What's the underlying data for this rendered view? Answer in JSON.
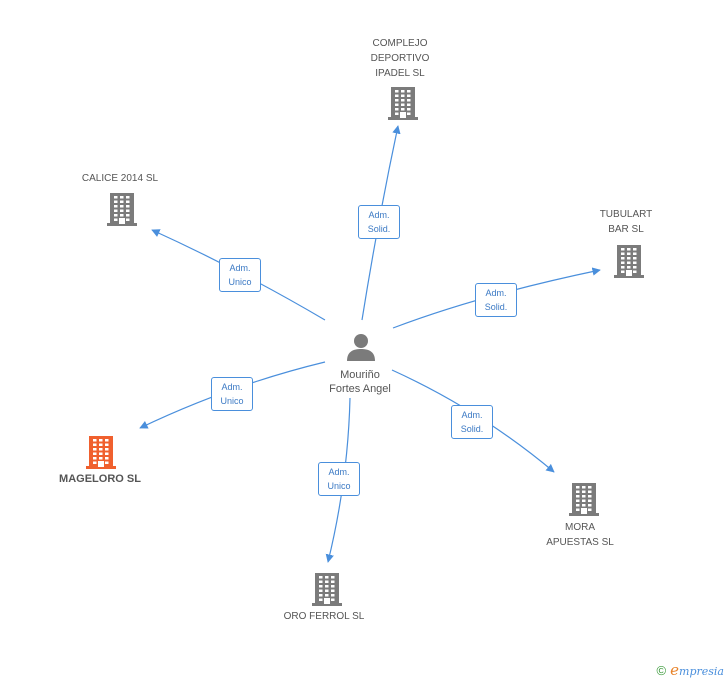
{
  "colors": {
    "edge": "#4a8fdc",
    "building": "#7b7b7b",
    "building_highlight": "#f0602e",
    "person": "#7b7b7b"
  },
  "center": {
    "name": "Mouriño\nFortes Angel",
    "icon": "person-icon"
  },
  "nodes": [
    {
      "id": "complejo",
      "name": "COMPLEJO\nDEPORTIVO\nIPADEL  SL",
      "role": "Adm.\nSolid.",
      "highlight": false
    },
    {
      "id": "calice",
      "name": "CALICE 2014  SL",
      "role": "Adm.\nUnico",
      "highlight": false
    },
    {
      "id": "tubulart",
      "name": "TUBULART\nBAR SL",
      "role": "Adm.\nSolid.",
      "highlight": false
    },
    {
      "id": "mageloro",
      "name": "MAGELORO SL",
      "role": "Adm.\nUnico",
      "highlight": true
    },
    {
      "id": "mora",
      "name": "MORA\nAPUESTAS SL",
      "role": "Adm.\nSolid.",
      "highlight": false
    },
    {
      "id": "oroferrol",
      "name": "ORO FERROL SL",
      "role": "Adm.\nUnico",
      "highlight": false
    }
  ],
  "footer": {
    "copyright": "©",
    "brand_initial": "e",
    "brand_rest": "mpresia"
  }
}
